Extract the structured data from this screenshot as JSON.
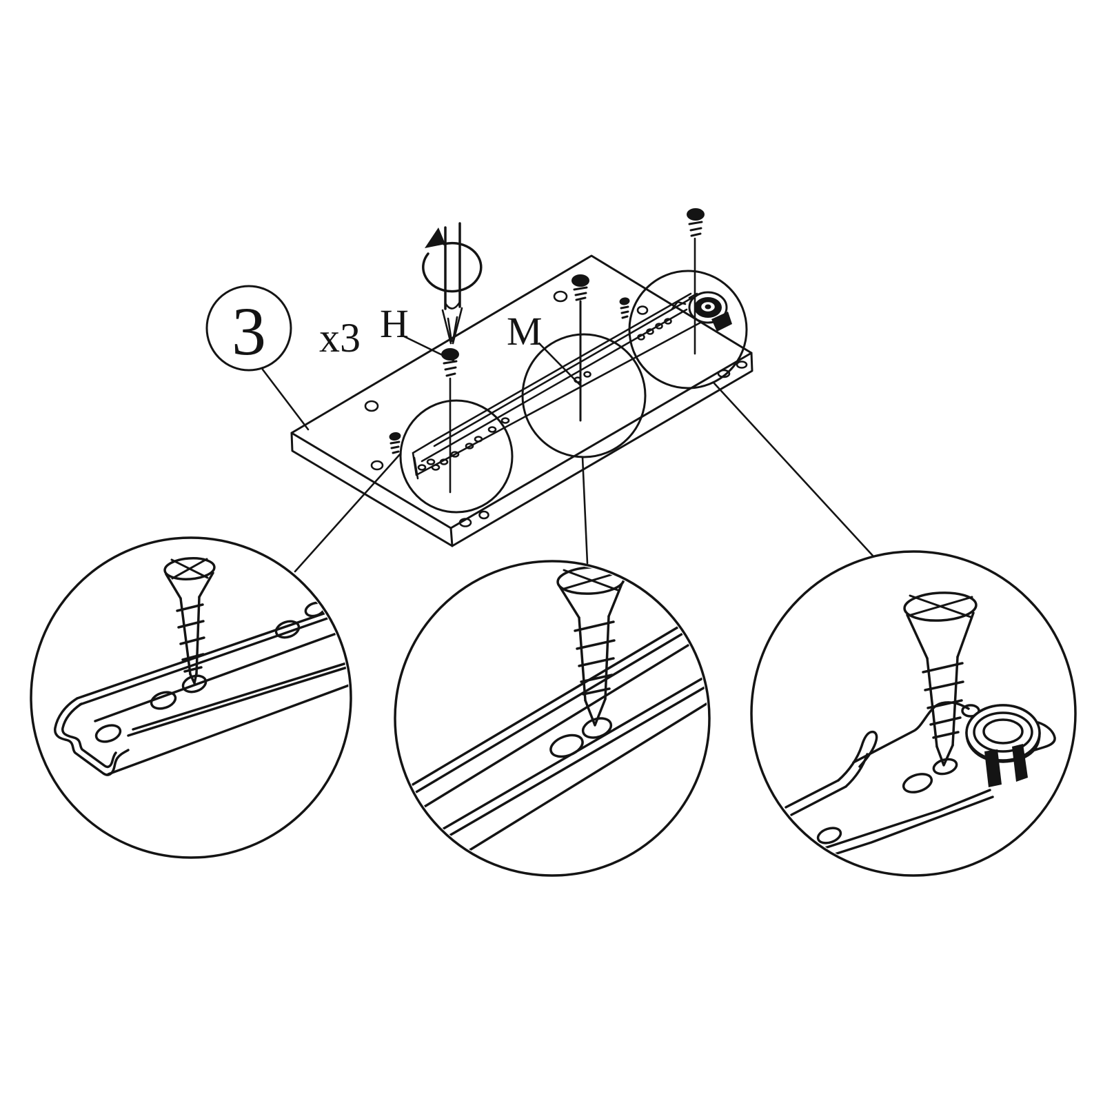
{
  "diagram": {
    "kind": "furniture-assembly-instruction-step",
    "background_color": "#ffffff",
    "line_color": "#141414",
    "step": {
      "number": "3",
      "repeat_count": "x3"
    },
    "hardware_labels": {
      "screw": "H",
      "slide_rail": "M"
    }
  }
}
